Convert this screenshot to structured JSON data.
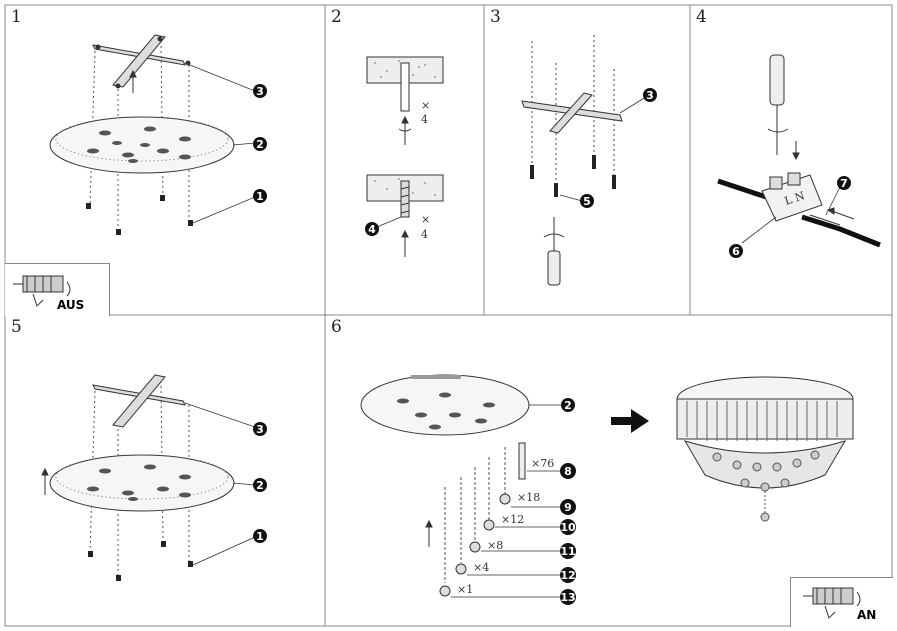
{
  "steps": [
    {
      "number": "1"
    },
    {
      "number": "2"
    },
    {
      "number": "3"
    },
    {
      "number": "4"
    },
    {
      "number": "5"
    },
    {
      "number": "6"
    }
  ],
  "step1": {
    "callouts": [
      "3",
      "2",
      "1"
    ],
    "switch_label": "AUS"
  },
  "step2": {
    "qty_a": "4",
    "qty_b": "4",
    "times": "×",
    "callout": "4"
  },
  "step3": {
    "callouts": [
      "3",
      "5"
    ]
  },
  "step4": {
    "callouts": [
      "7",
      "6"
    ],
    "terminal_text": "L N"
  },
  "step5": {
    "callouts": [
      "3",
      "2",
      "1"
    ]
  },
  "step6": {
    "callouts": [
      "2"
    ],
    "parts": [
      {
        "callout": "8",
        "qty": "×76"
      },
      {
        "callout": "9",
        "qty": "×18"
      },
      {
        "callout": "10",
        "qty": "×12"
      },
      {
        "callout": "11",
        "qty": "×8"
      },
      {
        "callout": "12",
        "qty": "×4"
      },
      {
        "callout": "13",
        "qty": "×1"
      }
    ],
    "switch_label": "AN"
  }
}
